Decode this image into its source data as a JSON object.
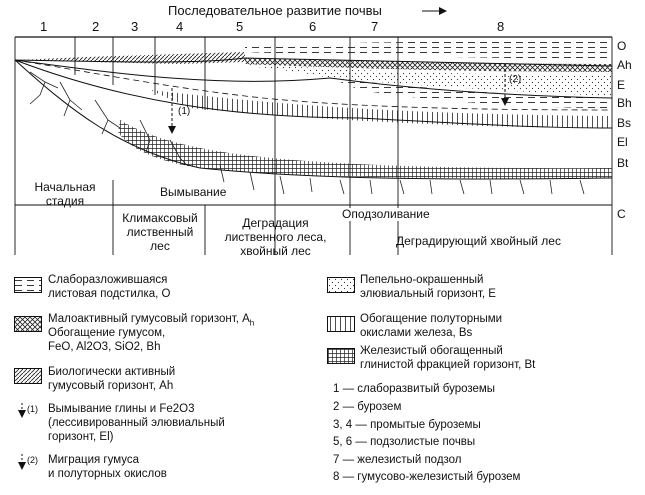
{
  "diagram": {
    "title": "Последовательное развитие почвы",
    "stage_numbers": [
      "1",
      "2",
      "3",
      "4",
      "5",
      "6",
      "7",
      "8"
    ],
    "horizons": [
      "O",
      "Ah",
      "E",
      "Bh",
      "Bs",
      "El",
      "Bt",
      "C"
    ],
    "arrows": {
      "one": "(1)",
      "two": "(2)"
    },
    "process_labels": {
      "initial": "Начальная стадия",
      "leaching": "Вымывание",
      "podzolization": "Оподзоливание"
    },
    "vegetation_labels": {
      "climax": "Климаксовый лиственный лес",
      "degradation": "Деградация лиственного леса, хвойный лес",
      "conifer": "Деградирующий хвойный лес"
    }
  },
  "legend": {
    "litter": {
      "line1": "Слаборазложившаяся",
      "line2": "листовая подстилка, O"
    },
    "humus_low": {
      "line1": "Малоактивный гумусовый горизонт, A",
      "line1_sub": "h",
      "line2": "Обогащение гумусом,",
      "line3": "FeO, Al2O3, SiO2,  Bh"
    },
    "humus_active": {
      "line1": "Биологически активный",
      "line2": "гумусовый горизонт, Ah"
    },
    "clay_leaching": {
      "marker": "(1)",
      "line1": "Вымывание глины и Fe2O3",
      "line2": "(лессивированный элювиальный",
      "line3": "горизонт, El)"
    },
    "migration": {
      "marker": "(2)",
      "line1": "Миграция гумуса",
      "line2": "и полуторных окислов"
    },
    "ash_eluvial": {
      "line1": "Пепельно-окрашенный",
      "line2": "элювиальный горизонт, E"
    },
    "sesquioxide": {
      "line1": "Обогащение полуторными",
      "line2": "окислами железа, Bs"
    },
    "ferruginous": {
      "line1": "Железистый обогащенный",
      "line2": "глинистой фракцией горизонт, Bt"
    },
    "soil_types": [
      "1 — слаборазвитый буроземы",
      "2 — бурозем",
      "3, 4 — промытые буроземы",
      "5, 6 — подзолистые почвы",
      "7 — железистый подзол",
      "8 — гумусово-железистый бурозем"
    ]
  }
}
